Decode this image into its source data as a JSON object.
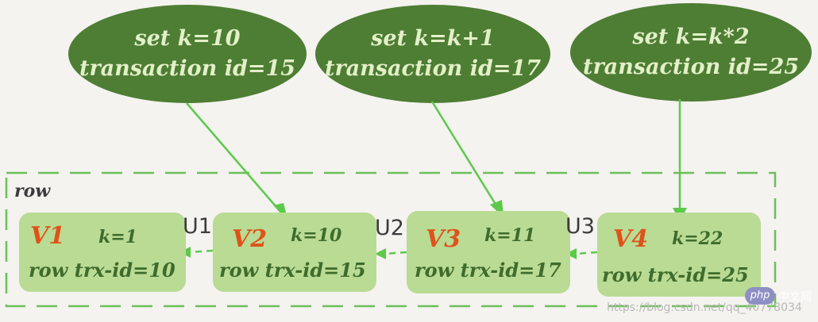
{
  "updates": [
    {
      "line1": "set k=10",
      "line2": "transaction id=15"
    },
    {
      "line1": "set k=k+1",
      "line2": "transaction id=17"
    },
    {
      "line1": "set k=k*2",
      "line2": "transaction id=25"
    }
  ],
  "row_label": "row",
  "versions": [
    {
      "name": "V1",
      "k": "k=1",
      "trx": "row trx-id=10"
    },
    {
      "name": "V2",
      "k": "k=10",
      "trx": "row trx-id=15"
    },
    {
      "name": "V3",
      "k": "k=11",
      "trx": "row trx-id=17"
    },
    {
      "name": "V4",
      "k": "k=22",
      "trx": "row trx-id=25"
    }
  ],
  "undo_labels": [
    "U1",
    "U2",
    "U3"
  ],
  "watermark": {
    "badge": "php",
    "site": "中文网",
    "url": "https://blog.csdn.net/qq_40778034"
  },
  "colors": {
    "bubble": "#4e7d34",
    "node": "#b9db94",
    "arrow": "#5cc94b",
    "version_label": "#e0521a",
    "node_text": "#3f6b2b",
    "dashed_border": "#6bbf5a"
  }
}
